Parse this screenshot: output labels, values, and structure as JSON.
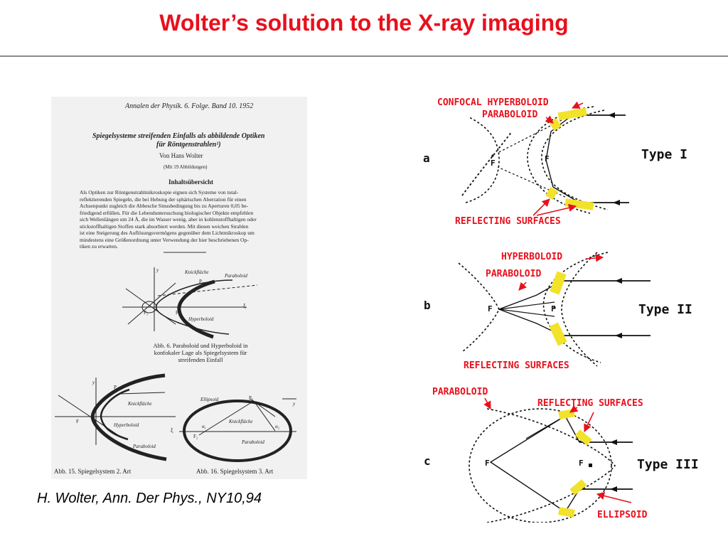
{
  "slide": {
    "title": "Wolter’s solution to the X-ray imaging",
    "citation": "H. Wolter, Ann. Der Phys., NY10,94"
  },
  "paper": {
    "header": "Annalen der Physik. 6. Folge. Band 10. 1952",
    "article_title_1": "Spiegelsysteme streifenden Einfalls als abbildende Optiken",
    "article_title_2": "für Röntgenstrahlen¹)",
    "author": "Von Hans Wolter",
    "figures_note": "(Mit 19 Abbildungen)",
    "contents_heading": "Inhaltsübersicht",
    "abstract_lines": [
      "Als Optiken zur Röntgenstrahlmikroskopie eignen sich Systeme von total-",
      "reflektierenden Spiegeln, die bei Hebung der sphärischen Aberration für einen",
      "Achsenpunkt zugleich die Abbesche Sinusbedingung bis zu Aperturen 0,05 be-",
      "friedigend erfüllen. Für die Lebenduntersuchung biologischer Objekte empfehlen",
      "sich Wellenlängen um 24 Å, die im Wasser wenig, aber in kohlenstoffhaltigen oder",
      "stickstoffhaltigen Stoffen stark absorbiert werden. Mit diesen weichen Strahlen",
      "ist eine Steigerung des Auflösungsvermögens gegenüber dem Lichtmikroskop um",
      "mindestens eine Größenordnung unter Verwendung der hier beschriebenen Op-",
      "tiken zu erwarten."
    ],
    "fig6_labels": {
      "knick": "Knickfläche",
      "paraboloid": "Paraboloid",
      "hyperboloid": "Hyperboloid",
      "y": "y",
      "xi": "ξ",
      "f1": "F₁",
      "f2": "F₂",
      "p1": "P₁"
    },
    "fig6_caption_1": "Abb. 6. Paraboloid und Hyperboloid in",
    "fig6_caption_2": "konfokaler Lage als Spiegelsystem für",
    "fig6_caption_3": "streifenden Einfall",
    "fig15_labels": {
      "knick": "Knickfläche",
      "hyperboloid": "Hyperboloid",
      "paraboloid": "Paraboloid",
      "y": "y",
      "f": "F",
      "p1": "P₁"
    },
    "fig16_labels": {
      "ellipsoid": "Ellipsoid",
      "knick": "Knickfläche",
      "paraboloid": "Paraboloid",
      "xi": "ξ",
      "y": "y",
      "f2": "F₂",
      "p2": "P₂",
      "a1": "α₁",
      "a2": "α₂"
    },
    "fig15_caption": "Abb. 15. Spiegelsystem 2. Art",
    "fig16_caption": "Abb. 16. Spiegelsystem 3. Art"
  },
  "diagram": {
    "a": {
      "letter": "a",
      "type": "Type I",
      "label_1": "CONFOCAL HYPERBOLOID",
      "label_2": "PARABOLOID",
      "label_3": "REFLECTING SURFACES",
      "focus_1": "F",
      "focus_2": "F"
    },
    "b": {
      "letter": "b",
      "type": "Type II",
      "label_1": "HYPERBOLOID",
      "label_2": "PARABOLOID",
      "label_3": "REFLECTING SURFACES",
      "focus_1": "F",
      "focus_2": "F"
    },
    "c": {
      "letter": "c",
      "type": "Type III",
      "label_1": "PARABOLOID",
      "label_2": "REFLECTING SURFACES",
      "label_3": "ELLIPSOID",
      "focus_1": "F",
      "focus_2": "F"
    },
    "colors": {
      "labels": "#e8101c",
      "mirror": "#f2e22a",
      "lines": "#111111"
    }
  }
}
